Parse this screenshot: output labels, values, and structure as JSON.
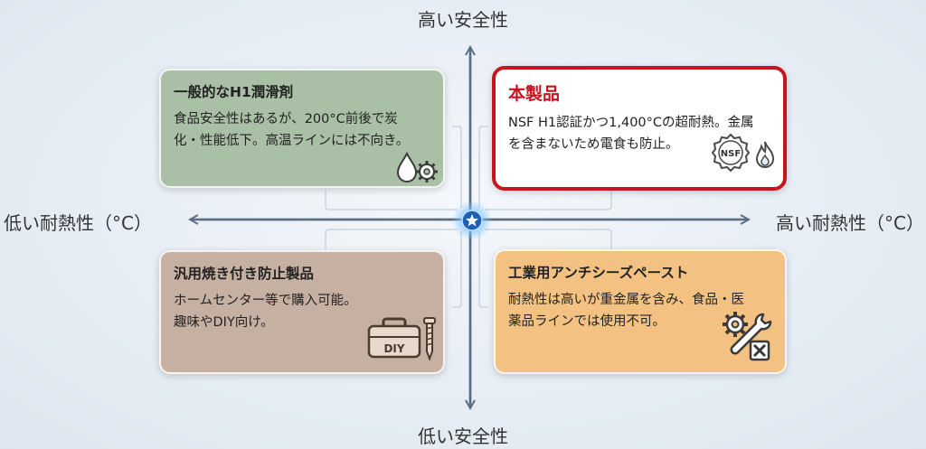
{
  "axes": {
    "top": "高い安全性",
    "bottom": "低い安全性",
    "left": "低い耐熱性（°C）",
    "right": "高い耐熱性（°C）"
  },
  "quadrants": {
    "top_left": {
      "title": "一般的なH1潤滑剤",
      "body_line1": "食品安全性はあるが、200°C前後で炭",
      "body_line2": "化・性能低下。高温ラインには不向き。",
      "icon": "droplet-gear-icon"
    },
    "top_right": {
      "title": "本製品",
      "body_line1": "NSF H1認証かつ1,400°Cの超耐熱。金属",
      "body_line2": "を含まないため電食も防止。",
      "badge_text": "NSF",
      "icon": "nsf-badge-flame-icon"
    },
    "bottom_left": {
      "title": "汎用焼き付き防止製品",
      "body_line1": "ホームセンター等で購入可能。",
      "body_line2": "趣味やDIY向け。",
      "toolbox_text": "DIY",
      "icon": "toolbox-screw-icon"
    },
    "bottom_right": {
      "title": "工業用アンチシーズペースト",
      "body_line1": "耐熱性は高いが重金属を含み、食品・医",
      "body_line2": "薬品ラインでは使用不可。",
      "icon": "gear-wrench-icon"
    }
  },
  "colors": {
    "accent_red": "#c8141e",
    "top_left_bg": "#a9c0a6",
    "bottom_left_bg": "#c6b0a2",
    "bottom_right_bg": "#f3c283",
    "axis": "#5a6f86"
  }
}
